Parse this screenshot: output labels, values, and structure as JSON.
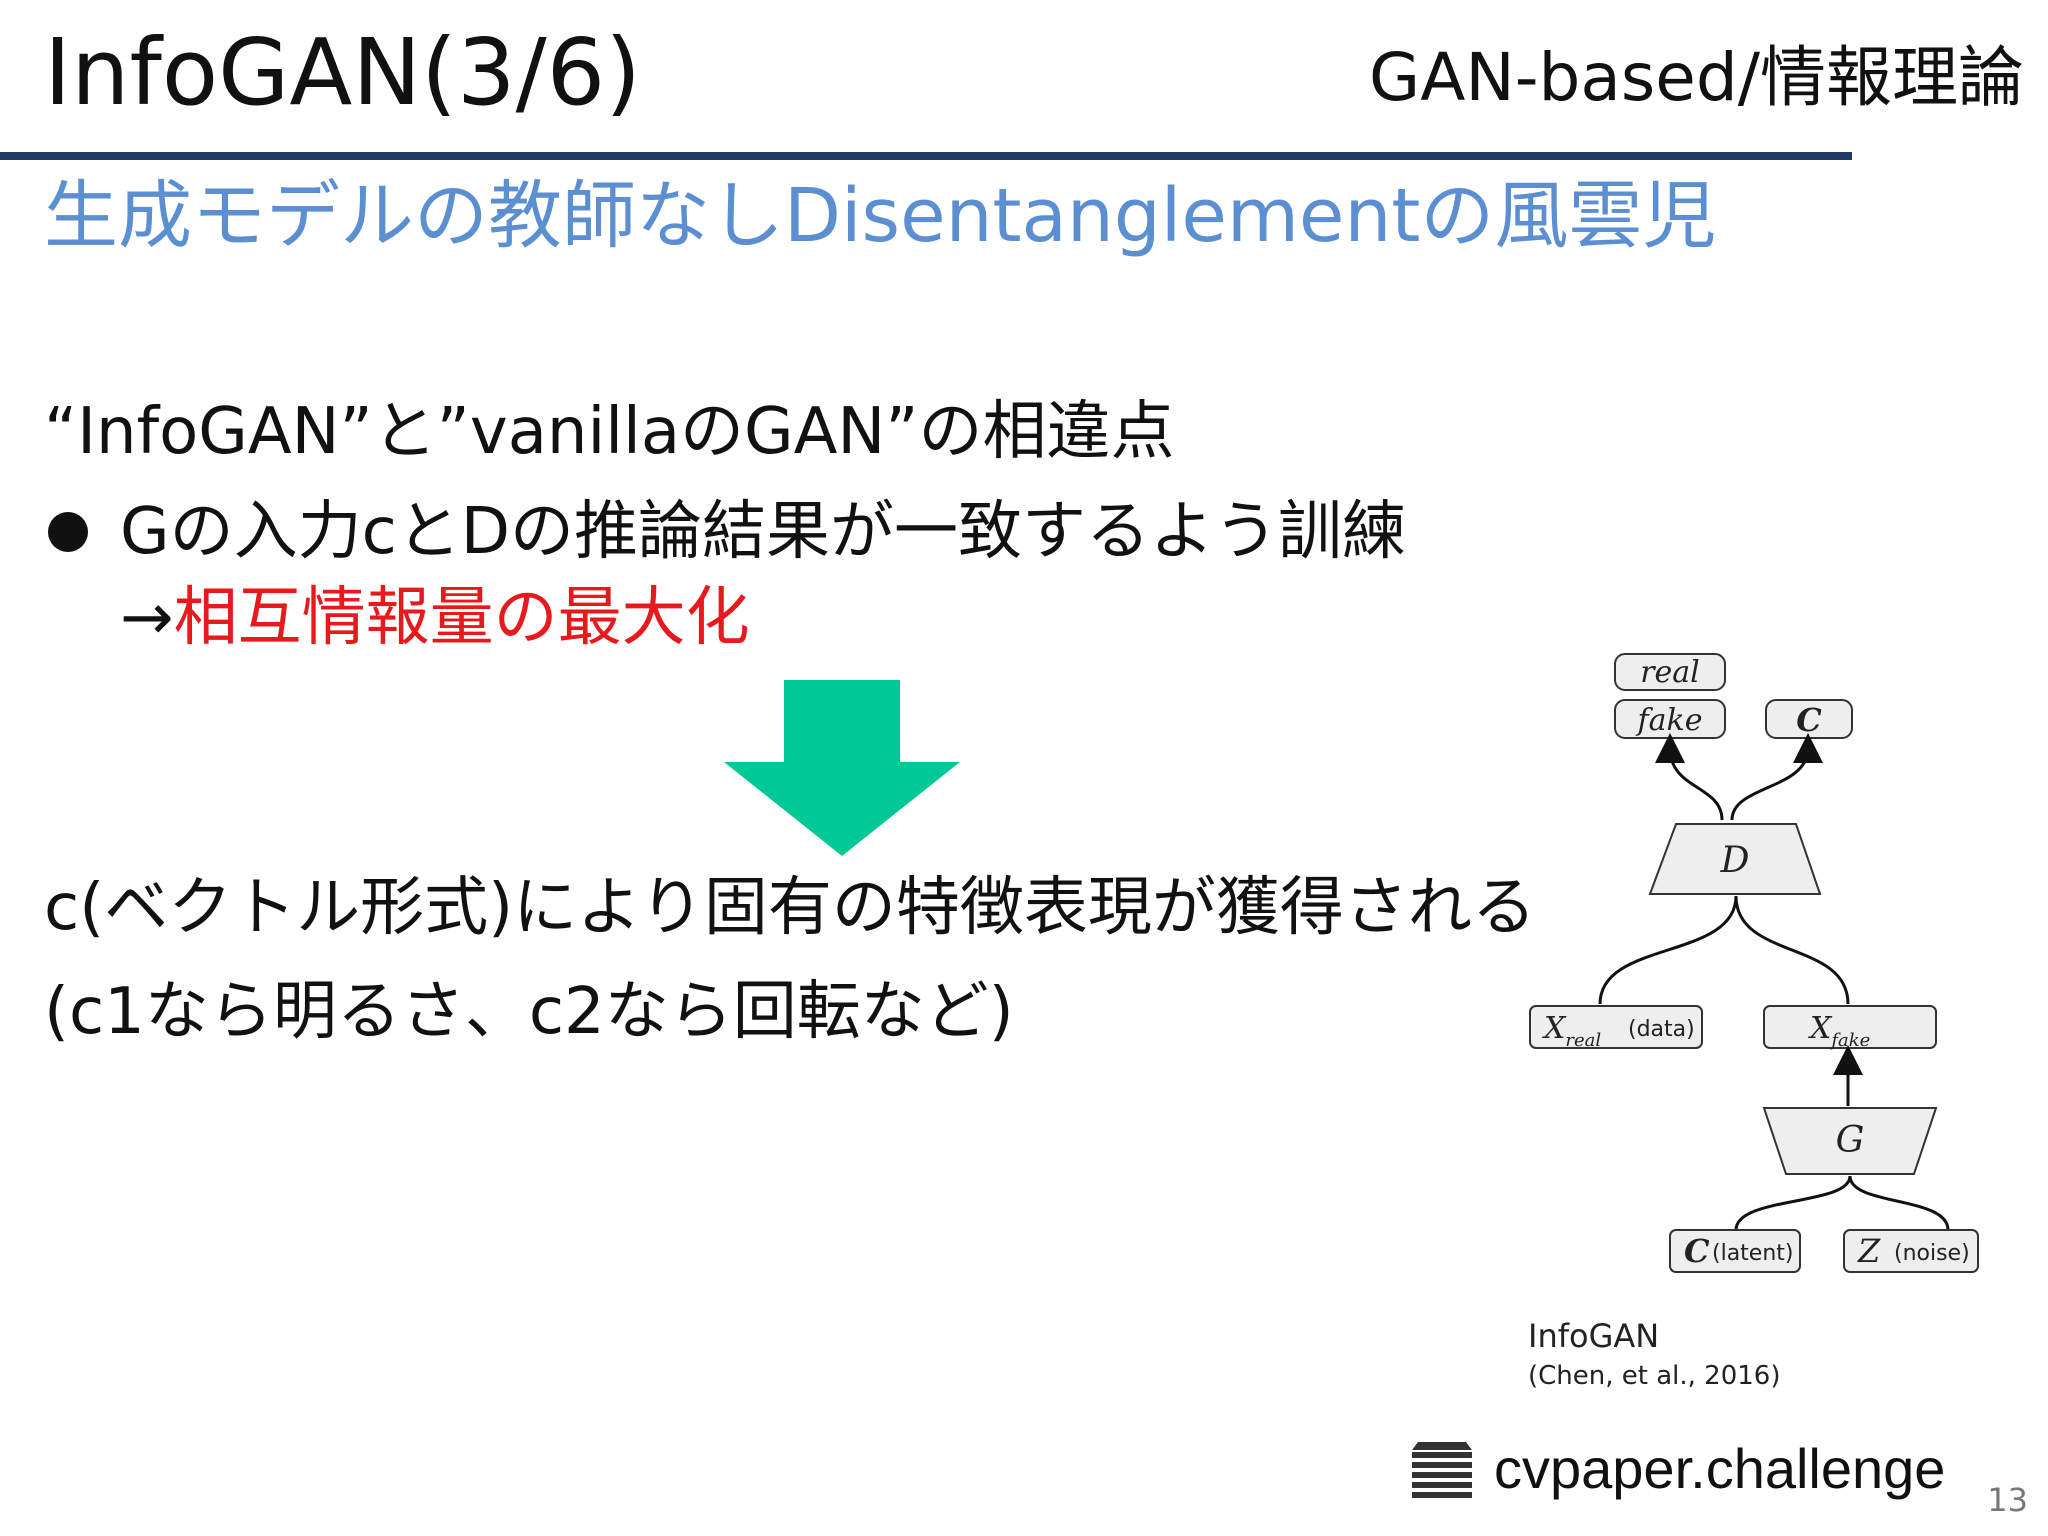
{
  "slide": {
    "title": "InfoGAN(3/6)",
    "category": "GAN-based/情報理論",
    "subtitle": "生成モデルの教師なしDisentanglementの風雲児",
    "heading": "“InfoGAN”と”vanillaのGAN”の相違点",
    "bullet": "Gの入力cとDの推論結果が一致するよう訓練",
    "result_arrow": "→",
    "result_highlight": "相互情報量の最大化",
    "conclusion_1": "c(ベクトル形式)により固有の特徴表現が獲得される",
    "conclusion_2": "(c1なら明るさ、c2なら回転など)",
    "page_number": "13",
    "brand": "cvpaper.challenge"
  },
  "diagram": {
    "real": "real",
    "fake": "fake",
    "c_out": "C",
    "discriminator": "D",
    "x_real": "X",
    "x_real_sub": "real",
    "x_real_note": "(data)",
    "x_fake": "X",
    "x_fake_sub": "fake",
    "generator": "G",
    "c_in": "C",
    "c_in_note": "(latent)",
    "z_in": "Z",
    "z_in_note": "(noise)",
    "caption_title": "InfoGAN",
    "caption_cite": "(Chen, et al., 2016)"
  },
  "colors": {
    "title_rule": "#1f3864",
    "subtitle": "#5b8fd1",
    "highlight": "#e8191c",
    "arrow": "#00c896"
  }
}
